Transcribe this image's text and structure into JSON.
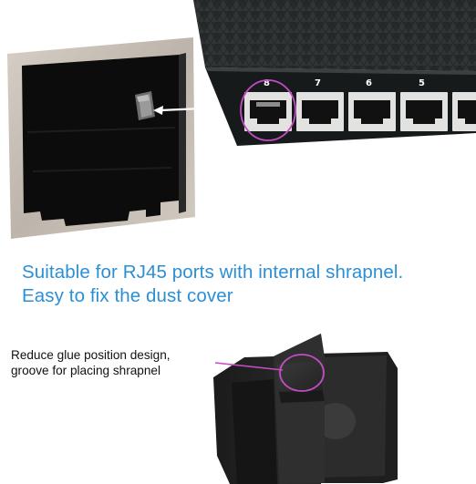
{
  "caption": {
    "line1": "Suitable for RJ45 ports with internal shrapnel.",
    "line2": "Easy to fix the dust cover"
  },
  "callout": {
    "line1": "Reduce glue position design,",
    "line2": "groove for placing shrapnel"
  },
  "switch": {
    "port_labels": [
      "8",
      "7",
      "6",
      "5"
    ]
  },
  "colors": {
    "caption_blue": "#2b8fd6",
    "highlight_circle": "#c44cc4",
    "arrow": "#ffffff",
    "switch_body": "#1e2223",
    "plate_metal": "#c9c2b9"
  }
}
